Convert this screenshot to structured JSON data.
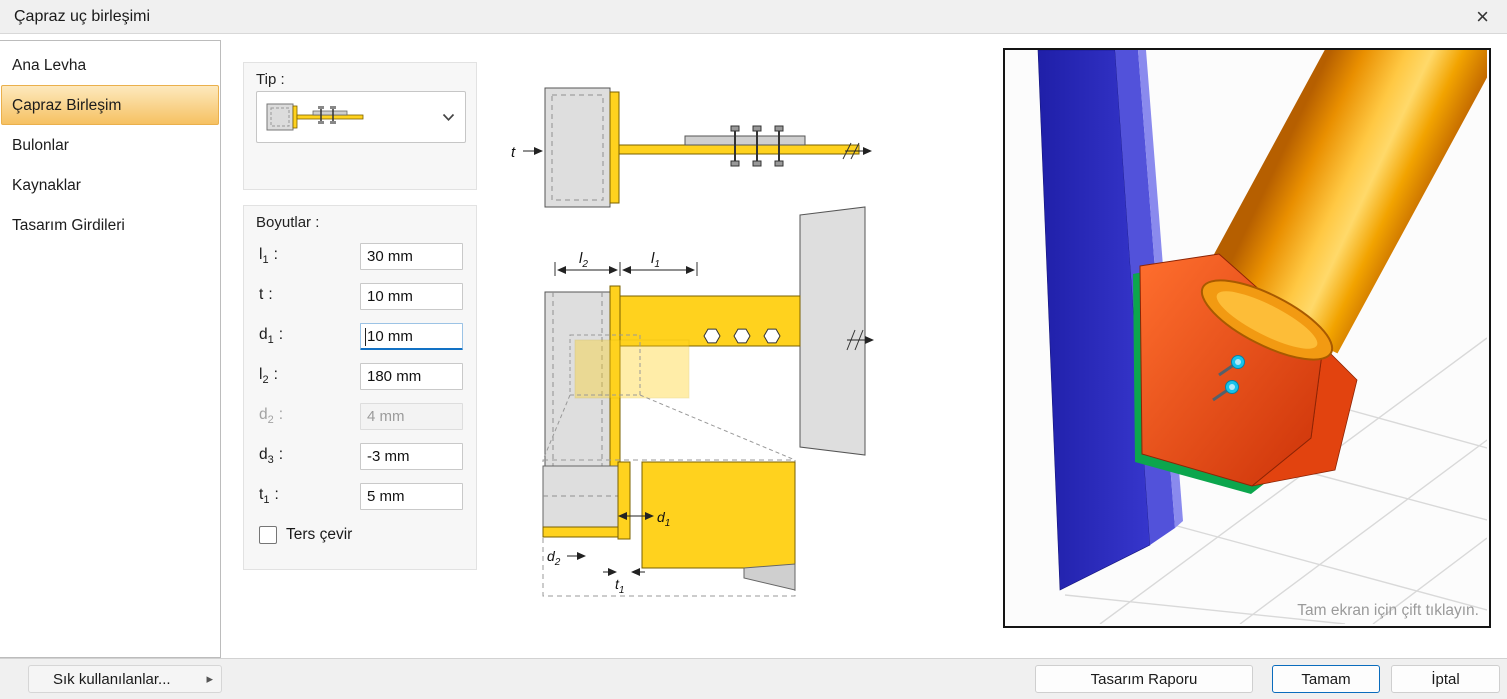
{
  "window": {
    "title": "Çapraz uç birleşimi",
    "close_glyph": "×"
  },
  "sidebar": {
    "selected_index": 1,
    "items": [
      {
        "label": "Ana Levha"
      },
      {
        "label": "Çapraz Birleşim"
      },
      {
        "label": "Bulonlar"
      },
      {
        "label": "Kaynaklar"
      },
      {
        "label": "Tasarım Girdileri"
      }
    ]
  },
  "groups": {
    "tip": {
      "title": "Tip :"
    },
    "boyutlar": {
      "title": "Boyutlar :",
      "colon": ":",
      "fields": [
        {
          "base": "l",
          "sub": "1",
          "value": "30 mm",
          "state": "normal"
        },
        {
          "base": "t",
          "sub": "",
          "value": "10 mm",
          "state": "normal"
        },
        {
          "base": "d",
          "sub": "1",
          "value": "10 mm",
          "state": "focused"
        },
        {
          "base": "l",
          "sub": "2",
          "value": "180 mm",
          "state": "normal"
        },
        {
          "base": "d",
          "sub": "2",
          "value": "4 mm",
          "state": "disabled"
        },
        {
          "base": "d",
          "sub": "3",
          "value": "-3 mm",
          "state": "normal"
        },
        {
          "base": "t",
          "sub": "1",
          "value": "5 mm",
          "state": "normal"
        }
      ],
      "invert_checkbox": {
        "label": "Ters çevir",
        "checked": false
      }
    }
  },
  "diagram": {
    "labels": {
      "t": {
        "b": "t",
        "s": ""
      },
      "l1": {
        "b": "l",
        "s": "1"
      },
      "l2": {
        "b": "l",
        "s": "2"
      },
      "d1": {
        "b": "d",
        "s": "1"
      },
      "d2": {
        "b": "d",
        "s": "2"
      },
      "t1": {
        "b": "t",
        "s": "1"
      }
    }
  },
  "viewer": {
    "hint": "Tam ekran için çift tıklayın."
  },
  "footer": {
    "favorites_label": "Sık kullanılanlar...",
    "favorites_arrow": "▸",
    "report_label": "Tasarım Raporu",
    "ok_label": "Tamam",
    "cancel_label": "İptal"
  },
  "colors": {
    "accent": "#0a6cbd",
    "selection_orange_top": "#fde9bd",
    "selection_orange_bottom": "#f6c162",
    "plate_yellow": "#ffd21e",
    "column_blue": "#2a2ac0",
    "gusset_red": "#e2430f",
    "edge_green": "#0ca64d",
    "bolt_cyan": "#17c3ec"
  }
}
